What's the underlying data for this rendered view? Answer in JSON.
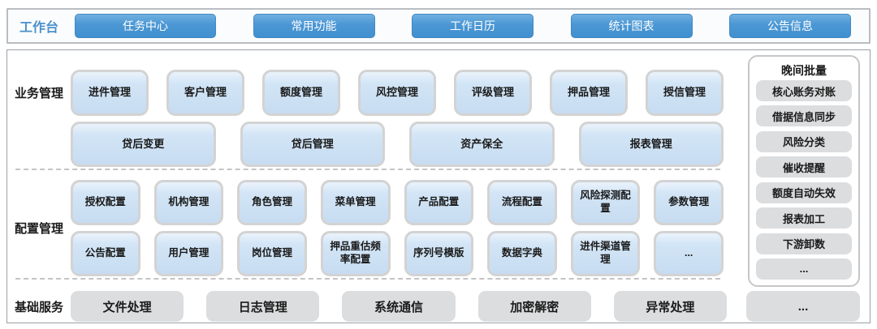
{
  "topbar": {
    "label": "工作台",
    "buttons": [
      "任务中心",
      "常用功能",
      "工作日历",
      "统计图表",
      "公告信息"
    ]
  },
  "sections": {
    "business": {
      "label": "业务管理",
      "row1": [
        "进件管理",
        "客户管理",
        "额度管理",
        "风控管理",
        "评级管理",
        "押品管理",
        "授信管理"
      ],
      "row2": [
        "贷后变更",
        "贷后管理",
        "资产保全",
        "报表管理"
      ]
    },
    "config": {
      "label": "配置管理",
      "row1": [
        "授权配置",
        "机构管理",
        "角色管理",
        "菜单管理",
        "产品配置",
        "流程配置",
        "风险探测配置",
        "参数管理"
      ],
      "row2": [
        "公告配置",
        "用户管理",
        "岗位管理",
        "押品重估频率配置",
        "序列号模版",
        "数据字典",
        "进件渠道管理",
        "..."
      ]
    },
    "base": {
      "label": "基础服务",
      "items": [
        "文件处理",
        "日志管理",
        "系统通信",
        "加密解密",
        "异常处理"
      ],
      "more": "..."
    },
    "night_batch": {
      "title": "晚间批量",
      "items": [
        "核心账务对账",
        "借据信息同步",
        "风险分类",
        "催收提醒",
        "额度自动失效",
        "报表加工",
        "下游卸数",
        "..."
      ]
    }
  },
  "colors": {
    "accent_blue": "#4a94d4",
    "module_box_blue": "#c7dcf1",
    "grey_button": "#dcdddf",
    "workbench_label_blue": "#4a90cc"
  }
}
